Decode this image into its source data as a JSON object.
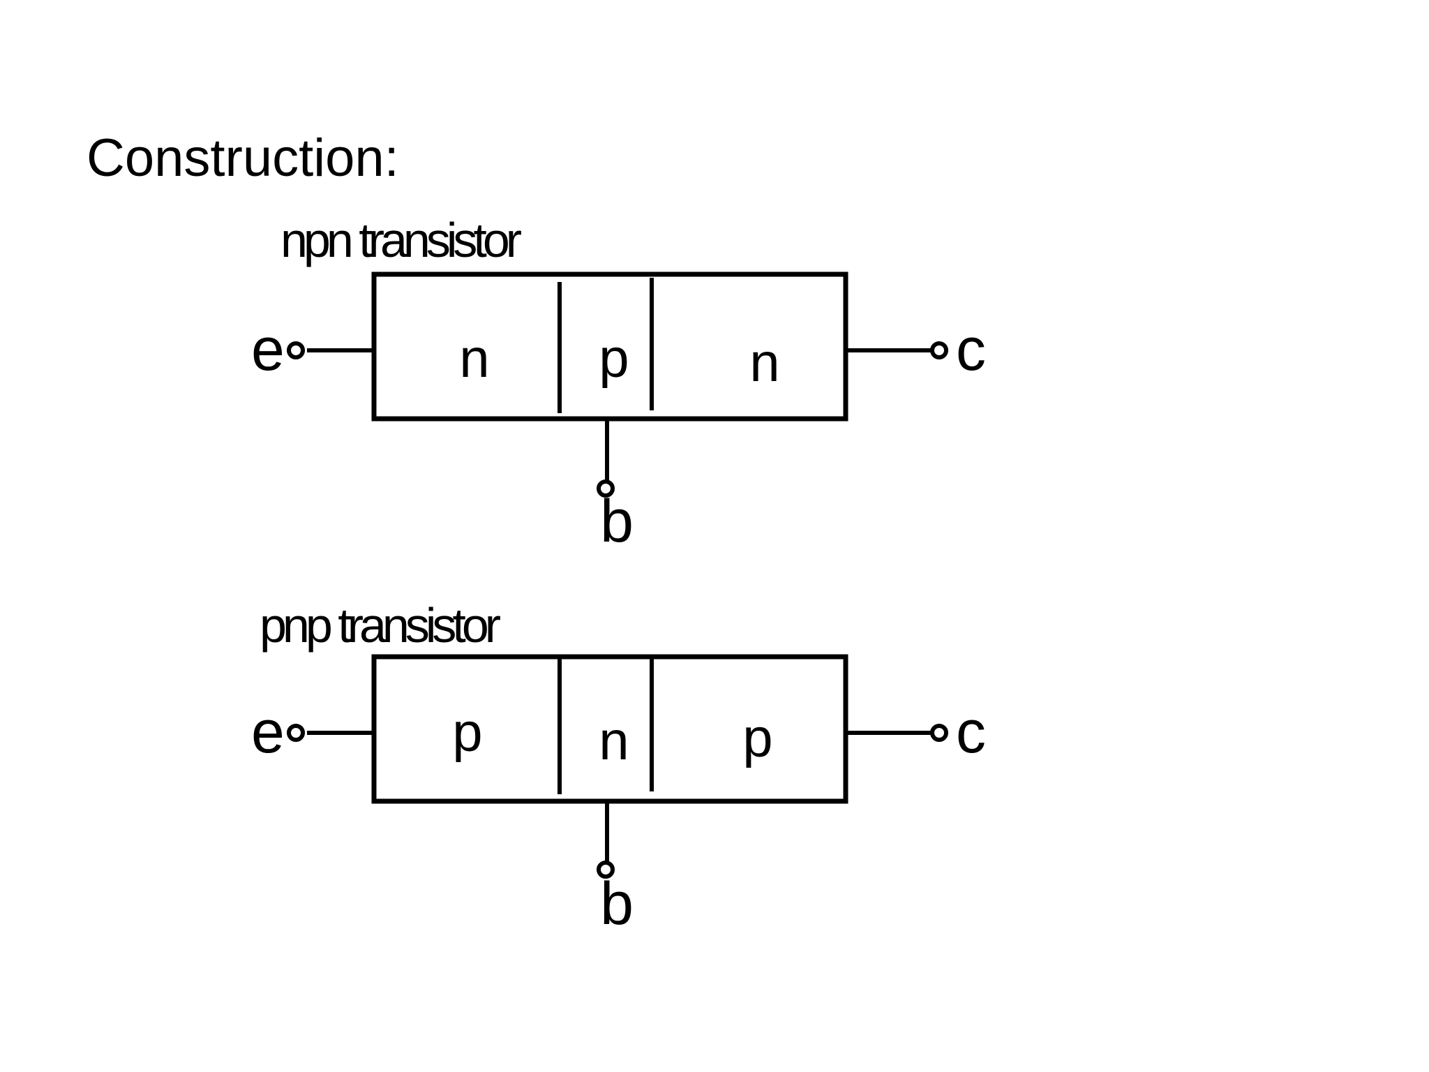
{
  "title": "Construction:",
  "transistors": [
    {
      "caption": "npn transistor",
      "regions": [
        "n",
        "p",
        "n"
      ],
      "terminals": {
        "emitter": "e",
        "base": "b",
        "collector": "c"
      }
    },
    {
      "caption": "pnp transistor",
      "regions": [
        "p",
        "n",
        "p"
      ],
      "terminals": {
        "emitter": "e",
        "base": "b",
        "collector": "c"
      }
    }
  ]
}
